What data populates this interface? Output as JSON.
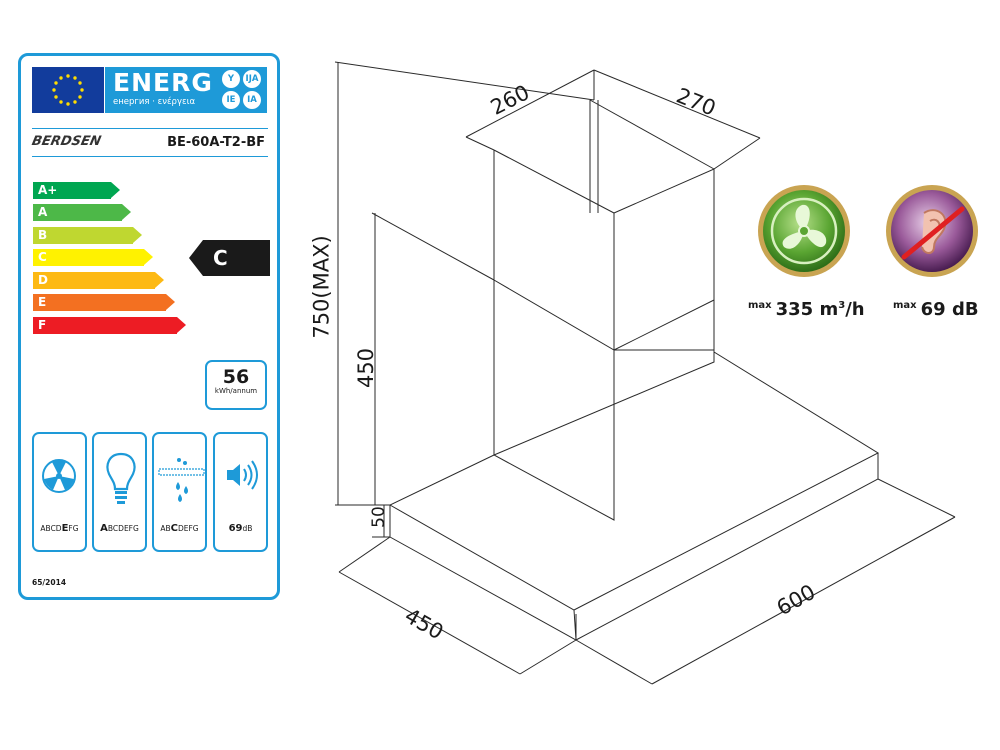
{
  "label": {
    "energ_word": "ENERG",
    "energ_sub": "енергия · ενέργεια",
    "languages": [
      "Y",
      "IJA",
      "IE",
      "IA"
    ],
    "brand": "BERDSEN",
    "model": "BE-60A-T2-BF",
    "classes": [
      {
        "name": "A+",
        "color": "#00a651"
      },
      {
        "name": "A",
        "color": "#4db848"
      },
      {
        "name": "B",
        "color": "#bfd730"
      },
      {
        "name": "C",
        "color": "#fff200"
      },
      {
        "name": "D",
        "color": "#fdb913"
      },
      {
        "name": "E",
        "color": "#f37021"
      },
      {
        "name": "F",
        "color": "#ed1c24"
      }
    ],
    "rating": "C",
    "consumption_value": "56",
    "consumption_unit": "kWh/annum",
    "fan_class": {
      "pre": "ABCD",
      "highlight": "E",
      "post": "FG"
    },
    "light_class": {
      "pre": "",
      "highlight": "A",
      "post": "BCDEFG"
    },
    "filter_class": {
      "pre": "AB",
      "highlight": "C",
      "post": "DEFG"
    },
    "noise": {
      "value": "69",
      "unit": "dB"
    },
    "regulation": "65/2014",
    "accent_color": "#1e9ad8"
  },
  "dimensions": {
    "top_left": "260",
    "top_right": "270",
    "height_max": "750(MAX)",
    "lower_chimney": "450",
    "canopy_height": "50",
    "depth": "450",
    "width": "600"
  },
  "specs": {
    "airflow_prefix": "max",
    "airflow_value": "335 m",
    "airflow_sup": "3",
    "airflow_suffix": "/h",
    "noise_prefix": "max",
    "noise_value": "69 dB"
  }
}
